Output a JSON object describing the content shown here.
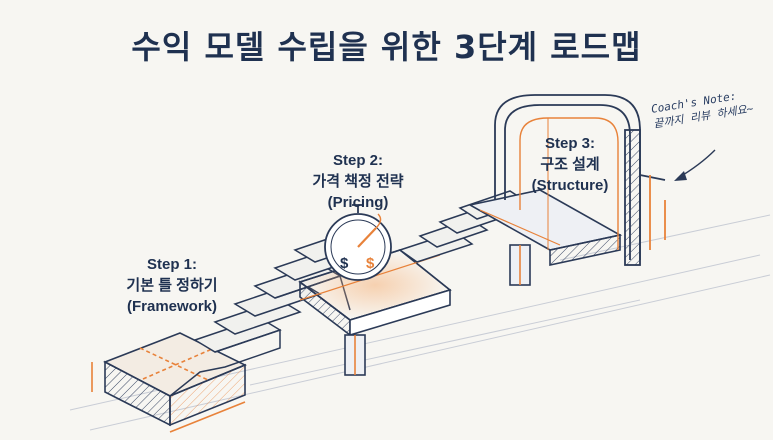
{
  "title": "수익 모델 수립을 위한 3단계 로드맵",
  "steps": [
    {
      "step": "Step 1:",
      "name": "기본 틀 정하기",
      "english": "(Framework)"
    },
    {
      "step": "Step 2:",
      "name": "가격 책정 전략",
      "english": "(Pricing)"
    },
    {
      "step": "Step 3:",
      "name": "구조 설계",
      "english": "(Structure)"
    }
  ],
  "coach_note": {
    "heading": "Coach's Note:",
    "text": "끝까지 리뷰 하세요~"
  },
  "gauge_symbols": [
    "$",
    "$"
  ],
  "colors": {
    "navy": "#1f3150",
    "orange": "#e8823a",
    "background": "#f7f6f2",
    "sketch": "#3c4a66"
  }
}
